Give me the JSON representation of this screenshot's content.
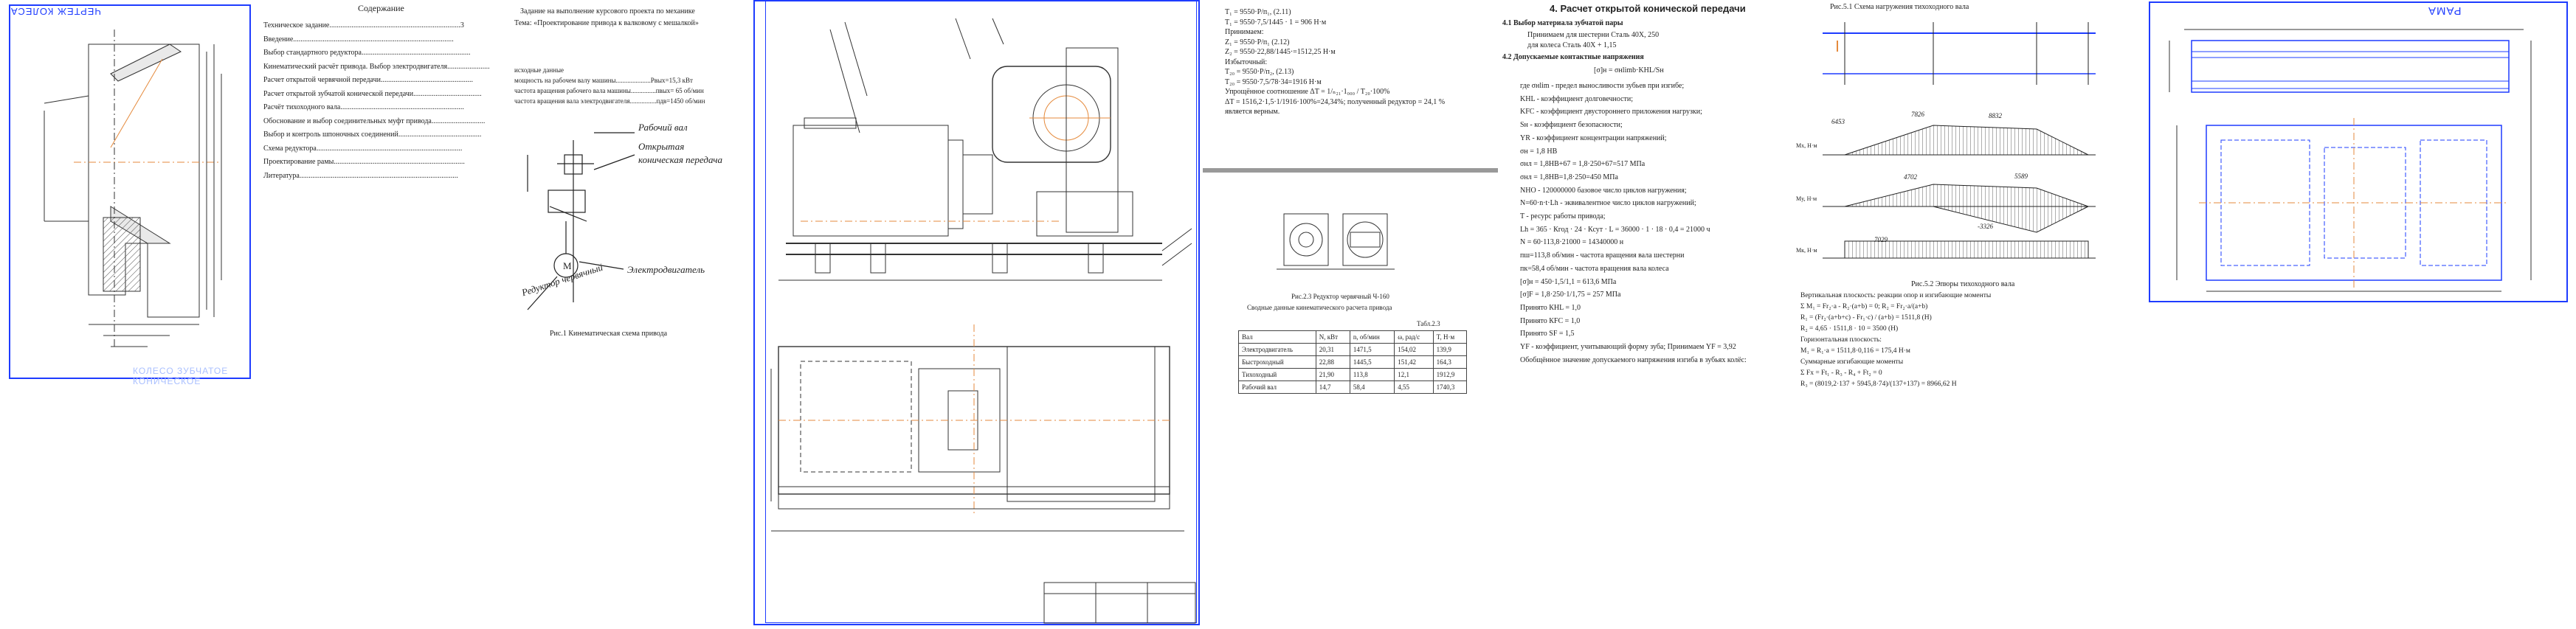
{
  "sheet1": {
    "stamp_top": "ЧЕРТЕЖ КОЛЕСА",
    "stamp_bottom": "КОЛЕСО ЗУБЧАТОЕ КОНИЧЕСКОЕ"
  },
  "contents": {
    "title": "Содержание",
    "items": [
      "Техническое задание.......................................................................3",
      "Введение.......................................................................................",
      "Выбор стандартного редуктора...........................................................",
      "Кинематический расчёт привода. Выбор электродвигателя.......................",
      "Расчет открытой червячной передачи..................................................",
      "Расчет открытой зубчатой конической передачи.....................................",
      "Расчёт тихоходного вала...................................................................",
      "Обоснование и выбор соединительных муфт привода.............................",
      "Выбор и контроль шпоночных соединений.............................................",
      "Схема редуктора...............................................................................",
      "Проектирование рамы.......................................................................",
      "Литература......................................................................................"
    ]
  },
  "task": {
    "line1": "Задание на выполнение курсового проекта по механике",
    "line2": "Тема: «Проектирование привода к валковому с мешалкой»",
    "items": [
      "исходные данные",
      "мощность на рабочем валу машины.....................Рвых=15,3 кВт",
      "частота вращения рабочего вала машины...............пвых= 65 об/мин",
      "частота вращения вала электродвигателя................пдв=1450 об/мин"
    ],
    "labels": {
      "shaft": "Рабочий вал",
      "gear": "Открытая коническая передача",
      "reducer": "Редуктор червячный",
      "motor": "Электродвигатель"
    },
    "caption": "Рис.1 Кинематическая схема привода"
  },
  "calc": {
    "lines": [
      "T₁ = 9550·Р/п₁,                                                        (2.11)",
      "T₁ = 9550·7,5/1445 · 1 = 906 Н·м",
      "Принимаем:",
      "Z₁ = 9550·Р/п₁                                                          (2.12)",
      "Z₂ = 9550·22,88/1445·=1512,25 Н·м",
      "Избыточный:",
      "T₂₀ = 9550·Р/п₂,                                                        (2.13)",
      "T₂₀ = 9550·7,5/78·34=1916 Н·м",
      "Упрощённое соотношение  ΔT = 1/ₙ₂₁·1₀₀₀ / T₂₀·100%",
      "ΔT = 1516,2·1,5·1/1916·100%=24,34%; полученный редуктор = 24,1 %",
      "является верным."
    ],
    "figure_caption": "Рис.2.3 Редуктор червячный Ч-160",
    "table_title": "Сводные данные кинематического расчета привода",
    "table_number": "Табл.2.3",
    "table_header": [
      "Вал",
      "N, кВт",
      "n, об/мин",
      "ω, рад/с",
      "T, Н·м"
    ],
    "table_rows": [
      [
        "Электродвигатель",
        "20,31",
        "1471,5",
        "154,02",
        "139,9"
      ],
      [
        "Быстроходный",
        "22,88",
        "1445,5",
        "151,42",
        "164,3"
      ],
      [
        "Тихоходный",
        "21,90",
        "113,8",
        "12,1",
        "1912,9"
      ],
      [
        "Рабочий вал",
        "14,7",
        "58,4",
        "4,55",
        "1740,3"
      ]
    ]
  },
  "bevel": {
    "title": "4. Расчет открытой конической передачи",
    "sub1": "4.1 Выбор материала зубчатой пары",
    "mat1": "Принимаем для шестерни Сталь 40Х,  250",
    "mat2": "для колеса Сталь 40Х + 1,15",
    "sub2": "4.2 Допускаемые контактные напряжения",
    "formula": "[σ]н = σнlimb·KHL/Sн",
    "lines": [
      "где σнlim - предел выносливости зубьев при изгибе;",
      "KHL - коэффициент долговечности;",
      "KFC - коэффициент двустороннего приложения нагрузки;",
      "Sн - коэффициент безопасности;",
      "YR - коэффициент концентрации напряжений;",
      "σн = 1,8 НВ",
      "σнл = 1,8НВ+67 = 1,8·250+67=517 МПа",
      "σнл = 1,8НВ=1,8·250=450 МПа",
      "NHO - 120000000 базовое число циклов нагружения;",
      "N=60·n·t·Lh - эквивалентное число циклов нагружений;",
      "T  - ресурс работы привода;",
      "Lh = 365 · Кгод · 24 · Ксут · L  = 36000 · 1 · 18 · 0,4 = 21000 ч",
      "N  = 60·113,8·21000 = 14340000 н",
      "пш=113,8 об/мин - частота вращения вала шестерни",
      "пк=58,4 об/мин - частота вращения вала колеса",
      "[σ]н = 450·1,5/1,1 = 613,6 МПа",
      "[σ]F = 1,8·250·1/1,75 = 257 МПа",
      "Принято  КHL = 1,0",
      "Принято  КFC = 1,0",
      "Принято  SF = 1,5",
      "YF - коэффициент, учитывающий форму зуба; Принимаем  YF = 3,92",
      "Обобщённое значение допускаемого напряжения изгиба в зубьях колёс:"
    ]
  },
  "shaft": {
    "title": "Рис.5.1 Схема нагружения тихоходного вала",
    "moments": [
      "6453",
      "7826",
      "8832",
      "-3326",
      "4702",
      "5589",
      "7029"
    ],
    "axis_mx": "Mx, Н·м",
    "axis_my": "My, Н·м",
    "axis_mk": "Mк, Н·м",
    "fig_title": "Рис.5.2 Эпюры тихоходного вала",
    "lines": [
      "Вертикальная плоскость: реакции опор и изгибающие моменты",
      "Σ M₁ = Fr₂·a - R₂·(a+b) = 0;   R₂ = Fr₂·a/(a+b)",
      "R₁ = (Fr₂·(a+b+c) - Fr₁·c) / (a+b) = 1511,8 (Н)",
      "R₂ = 4,65 · 1511,8 · 10 = 3500 (Н)",
      "Горизонтальная плоскость:",
      "M₁ = R₁·a = 1511,8·0,116 = 175,4 Н·м",
      "Суммарные изгибающие моменты",
      "Σ Fx = Ft₁ - R₃ - R₄ + Ft₂ = 0",
      "R₃ = (8019,2·137 + 5945,8·74)/(137+137) = 8966,62 Н"
    ]
  },
  "frame": {
    "stamp": "РАМА"
  }
}
